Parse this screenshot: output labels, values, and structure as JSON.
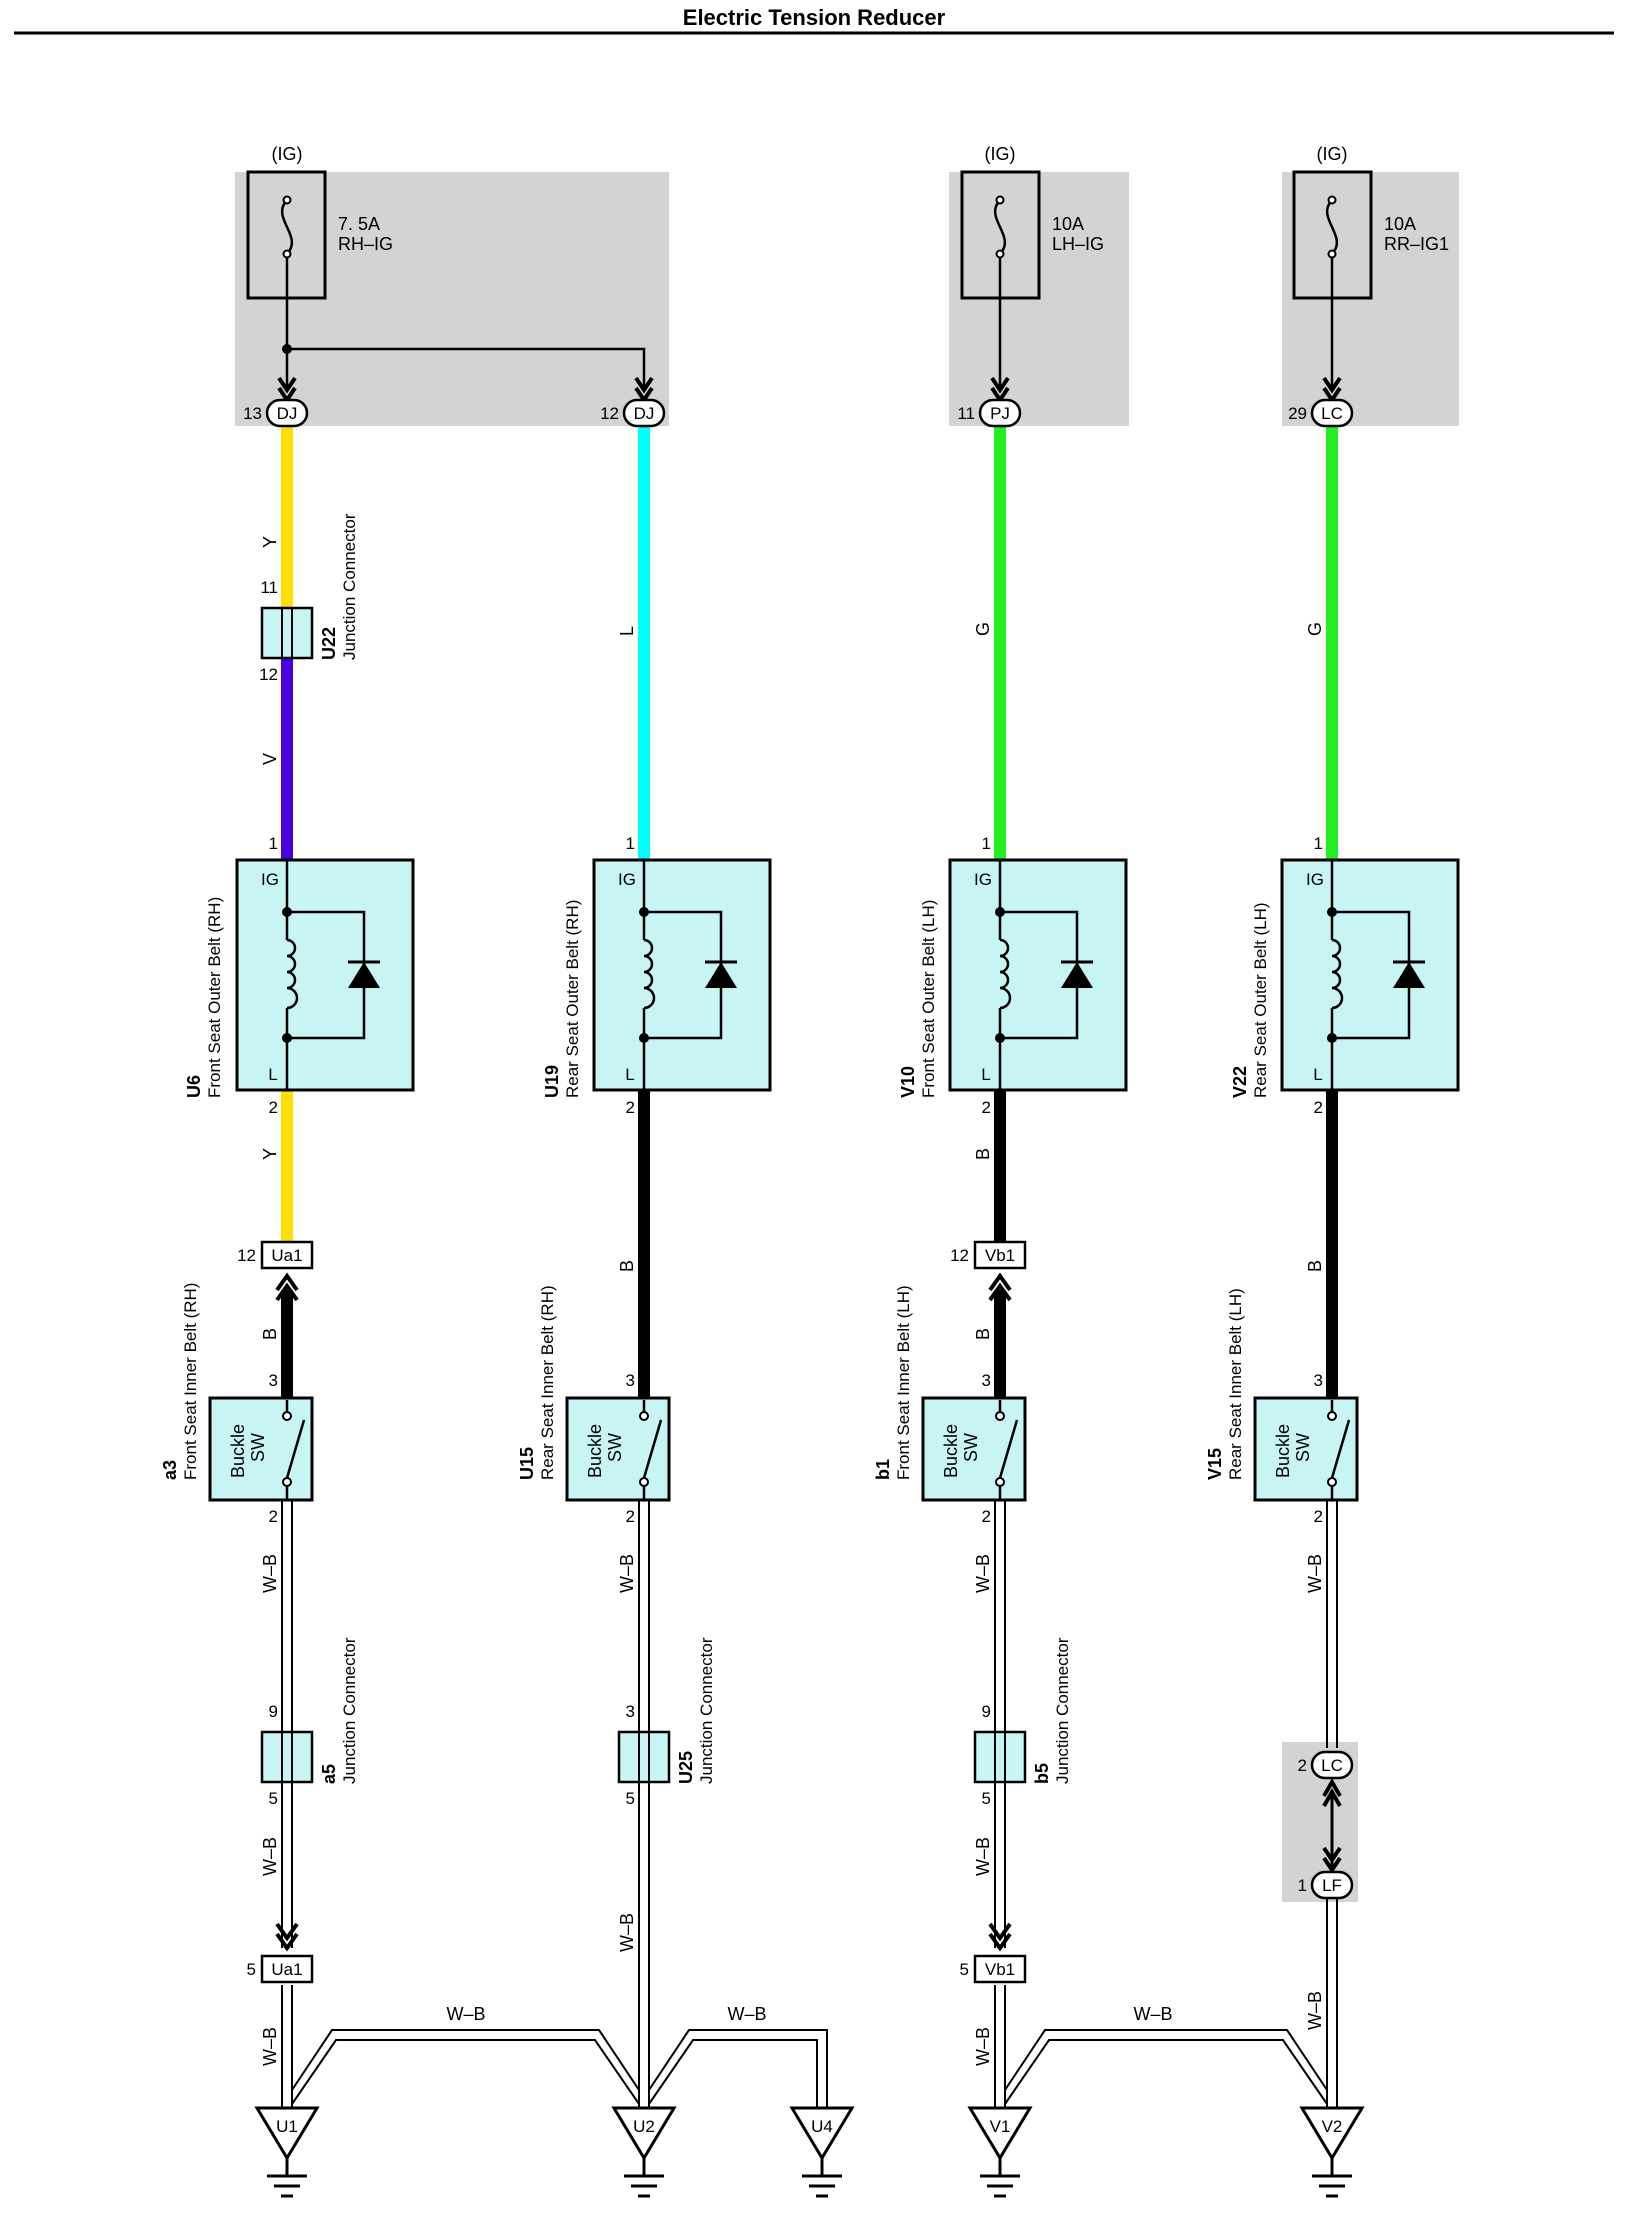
{
  "title": "Electric Tension Reducer",
  "fuses": [
    {
      "id": "fuse-rh-ig",
      "source": "(IG)",
      "rating": "7. 5A",
      "name": "RH–IG"
    },
    {
      "id": "fuse-lh-ig",
      "source": "(IG)",
      "rating": "10A",
      "name": "LH–IG"
    },
    {
      "id": "fuse-rr-ig1",
      "source": "(IG)",
      "rating": "10A",
      "name": "RR–IG1"
    }
  ],
  "connectors": {
    "dj13": {
      "pin": "13",
      "code": "DJ"
    },
    "dj12": {
      "pin": "12",
      "code": "DJ"
    },
    "pj11": {
      "pin": "11",
      "code": "PJ"
    },
    "lc29": {
      "pin": "29",
      "code": "LC"
    },
    "ua1_12": {
      "pin": "12",
      "code": "Ua1"
    },
    "vb1_12": {
      "pin": "12",
      "code": "Vb1"
    },
    "ua1_5": {
      "pin": "5",
      "code": "Ua1"
    },
    "vb1_5": {
      "pin": "5",
      "code": "Vb1"
    },
    "lc2": {
      "pin": "2",
      "code": "LC"
    },
    "lf1": {
      "pin": "1",
      "code": "LF"
    }
  },
  "junctions": [
    {
      "id": "U22",
      "name": "Junction Connector",
      "pin_top": "11",
      "pin_bottom": "12"
    },
    {
      "id": "a5",
      "name": "Junction Connector",
      "pin_top": "9",
      "pin_bottom": "5"
    },
    {
      "id": "U25",
      "name": "Junction Connector",
      "pin_top": "3",
      "pin_bottom": "5"
    },
    {
      "id": "b5",
      "name": "Junction Connector",
      "pin_top": "9",
      "pin_bottom": "5"
    }
  ],
  "outer_belts": [
    {
      "id": "U6",
      "name": "Front Seat Outer Belt (RH)",
      "pin_top": "1",
      "pin_bottom": "2",
      "term_top": "IG",
      "term_bottom": "L"
    },
    {
      "id": "U19",
      "name": "Rear Seat Outer Belt (RH)",
      "pin_top": "1",
      "pin_bottom": "2",
      "term_top": "IG",
      "term_bottom": "L"
    },
    {
      "id": "V10",
      "name": "Front Seat Outer Belt (LH)",
      "pin_top": "1",
      "pin_bottom": "2",
      "term_top": "IG",
      "term_bottom": "L"
    },
    {
      "id": "V22",
      "name": "Rear Seat Outer Belt (LH)",
      "pin_top": "1",
      "pin_bottom": "2",
      "term_top": "IG",
      "term_bottom": "L"
    }
  ],
  "inner_belts": [
    {
      "id": "a3",
      "name": "Front Seat Inner Belt (RH)",
      "switch": "Buckle",
      "sw": "SW",
      "pin_top": "3",
      "pin_bottom": "2"
    },
    {
      "id": "U15",
      "name": "Rear Seat Inner Belt (RH)",
      "switch": "Buckle",
      "sw": "SW",
      "pin_top": "3",
      "pin_bottom": "2"
    },
    {
      "id": "b1",
      "name": "Front Seat Inner Belt (LH)",
      "switch": "Buckle",
      "sw": "SW",
      "pin_top": "3",
      "pin_bottom": "2"
    },
    {
      "id": "V15",
      "name": "Rear Seat Inner Belt (LH)",
      "switch": "Buckle",
      "sw": "SW",
      "pin_top": "3",
      "pin_bottom": "2"
    }
  ],
  "wire_labels": {
    "c1_top": "Y",
    "c1_mid": "V",
    "c1_low": "Y",
    "c1_inner": "B",
    "c1_wb1": "W–B",
    "c1_wb2": "W–B",
    "c1_wb3": "W–B",
    "c2_top": "L",
    "c2_low": "B",
    "c2_wb1": "W–B",
    "c2_wb2": "W–B",
    "c3_top": "G",
    "c3_low": "B",
    "c3_inner": "B",
    "c3_wb1": "W–B",
    "c3_wb2": "W–B",
    "c3_wb3": "W–B",
    "c4_top": "G",
    "c4_low": "B",
    "c4_wb1": "W–B",
    "c4_wb2": "W–B",
    "h_u1_u2": "W–B",
    "h_u2_u4": "W–B",
    "h_v1_v2": "W–B"
  },
  "grounds": [
    "U1",
    "U2",
    "U4",
    "V1",
    "V2"
  ],
  "colors": {
    "yellow": "#ffe000",
    "violet": "#4b00e0",
    "cyan": "#00ffff",
    "green": "#22ee22",
    "black": "#000000",
    "component": "#c8f4f4",
    "grey": "#d3d3d3"
  }
}
